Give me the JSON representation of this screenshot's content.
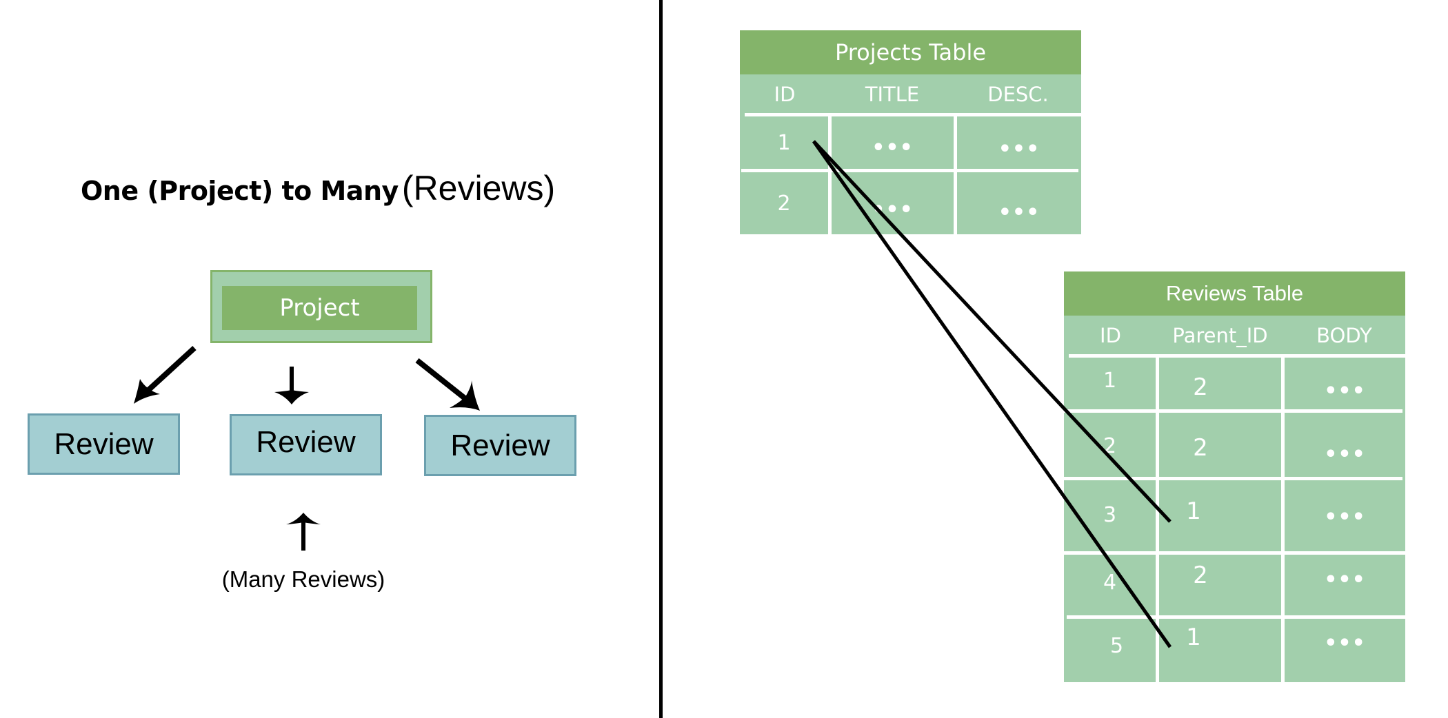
{
  "left_panel": {
    "title_bold": "One (Project) to Many",
    "title_normal": "(Reviews)",
    "project_label": "Project",
    "review_labels": [
      "Review",
      "Review",
      "Review"
    ],
    "many_reviews_label": "(Many Reviews)"
  },
  "projects_table": {
    "title": "Projects Table",
    "columns": [
      "ID",
      "TITLE",
      "DESC."
    ],
    "rows": [
      [
        "1",
        "•••",
        "•••"
      ],
      [
        "2",
        "•••",
        "•••"
      ]
    ]
  },
  "reviews_table": {
    "title": "Reviews Table",
    "columns": [
      "ID",
      "Parent_ID",
      "BODY"
    ],
    "rows": [
      [
        "1",
        "2",
        "•••"
      ],
      [
        "2",
        "2",
        "•••"
      ],
      [
        "3",
        "1",
        "•••"
      ],
      [
        "4",
        "2",
        "•••"
      ],
      [
        "5",
        "1",
        "•••"
      ]
    ]
  },
  "relations": [
    {
      "from_table": "projects_table",
      "from_row_id": "1",
      "to_table": "reviews_table",
      "to_row_id": "3"
    },
    {
      "from_table": "projects_table",
      "from_row_id": "1",
      "to_table": "reviews_table",
      "to_row_id": "5"
    }
  ],
  "colors": {
    "table_header": "#84b46a",
    "table_body": "#a2cfac",
    "review_box_fill": "#a3ced2",
    "review_box_border": "#6b9fae"
  }
}
